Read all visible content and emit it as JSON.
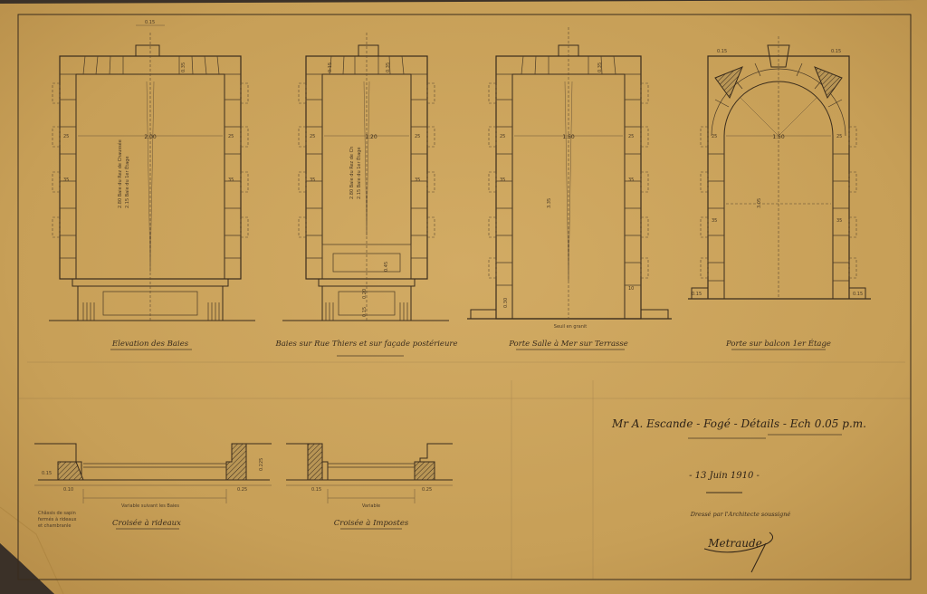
{
  "sheet": {
    "paper_color": "#c9a25c",
    "ink_color": "#3a2c1c"
  },
  "title_block": {
    "title": "Mr A. Escande - Fogé - Détails - Ech 0.05 p.m.",
    "date": "- 13 Juin 1910 -",
    "signature_caption": "Dressé par l'Architecte soussigné",
    "signature": "Metraude"
  },
  "elevations": [
    {
      "caption": "Elevation des Baies",
      "width_dim": "2.00",
      "height_dims": [
        "2.80 Baie du Rez de Chaussée",
        "2.15 Baie du 1er Étage"
      ],
      "top_dims": [
        "0.15",
        "0.35"
      ],
      "jamb_dims": [
        "25",
        "35",
        "25",
        "35"
      ]
    },
    {
      "caption": "Baies sur Rue Thiers et sur façade postérieure",
      "width_dim": "1.20",
      "height_dims": [
        "2.80 Baie du Rez de Ch",
        "2.15 Baie du 1er Étage"
      ],
      "top_dims": [
        "0.15",
        "0.35"
      ],
      "jamb_dims": [
        "25",
        "35",
        "25",
        "35"
      ],
      "sill_dims": [
        "0.45",
        "0.20",
        "0.15"
      ]
    },
    {
      "caption": "Porte Salle à Mer sur Terrasse",
      "width_dim": "1.50",
      "height_dims": [
        "3.35"
      ],
      "top_dims": [
        "0.35"
      ],
      "jamb_dims": [
        "25",
        "35",
        "25",
        "35"
      ],
      "base_dims": [
        "10",
        "0.30"
      ],
      "threshold_note": "Seuil en granit"
    },
    {
      "caption": "Porte sur balcon 1er Étage",
      "width_dim": "1.50",
      "height_dims": [
        "3.05"
      ],
      "top_dims": [
        "0.15",
        "0.15"
      ],
      "jamb_dims": [
        "25",
        "35",
        "25",
        "35"
      ],
      "base_dims": [
        "0.15",
        "0.15"
      ]
    }
  ],
  "sections": [
    {
      "caption": "Croisée à rideaux",
      "span_note": "Variable suivant les Baies",
      "dims": [
        "0.15",
        "0.10",
        "0.25",
        "0.225"
      ]
    },
    {
      "caption": "Croisée à Impostes",
      "span_note": "Variable",
      "dims": [
        "0.15",
        "0.25"
      ]
    }
  ],
  "margin_note": [
    "Châssis de sapin",
    "fermés à rideaux",
    "et chambranle"
  ]
}
